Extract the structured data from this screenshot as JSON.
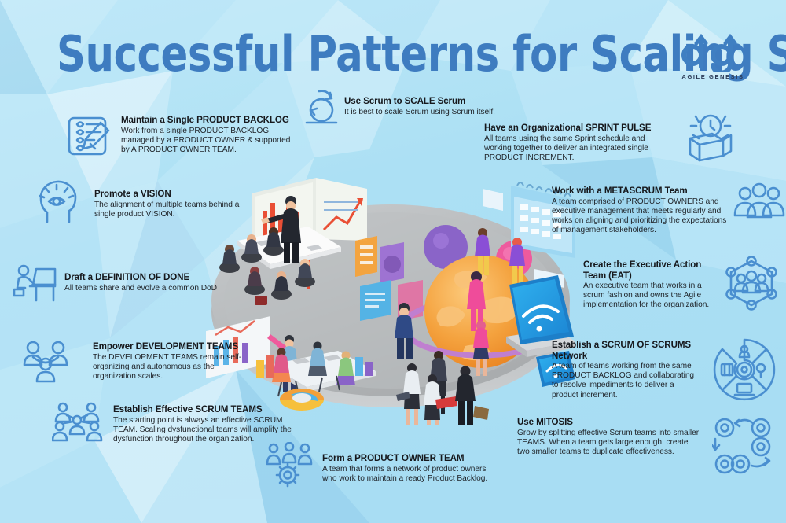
{
  "header": {
    "title": "Successful Patterns for Scaling Scrum",
    "logo": {
      "mark": "ag-arrows-logo",
      "name": "AGILE GENESIS"
    }
  },
  "colors": {
    "background": "#ace0f4",
    "title_blue": "#3e7cc0",
    "icon_blue": "#4a8fd0",
    "heading_text": "#16181c",
    "body_text": "#1f2328",
    "logo_text": "#2b3a56",
    "platform_gray": "#b9bcbe",
    "globe_orange": "#f5a13c",
    "ring_purple": "#c07fd0"
  },
  "patterns": [
    {
      "id": "product-backlog",
      "icon": "clipboard-checklist-pencil-icon",
      "title": "Maintain a Single PRODUCT BACKLOG",
      "body": "Work from a single PRODUCT BACKLOG managed by a PRODUCT OWNER & supported by A PRODUCT OWNER TEAM."
    },
    {
      "id": "promote-vision",
      "icon": "head-with-eye-icon",
      "title": "Promote a VISION",
      "body": "The alignment of multiple teams behind a single product VISION."
    },
    {
      "id": "definition-of-done",
      "icon": "person-at-desk-icon",
      "title": "Draft a DEFINITION OF DONE",
      "body": "All teams share and evolve a common DoD"
    },
    {
      "id": "development-teams",
      "icon": "three-people-group-icon",
      "title": "Empower DEVELOPMENT TEAMS",
      "body": "The DEVELOPMENT TEAMS remain self-organizing and autonomous as the organization scales."
    },
    {
      "id": "scrum-teams",
      "icon": "people-network-icon",
      "title": "Establish Effective SCRUM TEAMS",
      "body": "The starting point is always an effective SCRUM TEAM. Scaling dysfunctional teams will amplify the dysfunction throughout the organization."
    },
    {
      "id": "product-owner-team",
      "icon": "people-with-gear-icon",
      "title": "Form a PRODUCT OWNER TEAM",
      "body": "A team that forms a network of product owners who work to maintain a ready Product Backlog."
    },
    {
      "id": "scale-scrum",
      "icon": "cycle-magnifier-icon",
      "title": "Use Scrum to SCALE Scrum",
      "body": "It is best to scale Scrum using Scrum itself."
    },
    {
      "id": "sprint-pulse",
      "icon": "clock-in-box-icon",
      "title": "Have an Organizational SPRINT PULSE",
      "body": "All teams using the same Sprint schedule and working together to deliver an integrated single PRODUCT INCREMENT."
    },
    {
      "id": "metascrum",
      "icon": "crowd-of-people-icon",
      "title": "Work with a METASCRUM Team",
      "body": "A team comprised of PRODUCT OWNERS and executive management that meets regularly and works on aligning and prioritizing the expectations of management stakeholders."
    },
    {
      "id": "executive-action-team",
      "icon": "hexagon-network-people-icon",
      "title": "Create the Executive Action Team (EAT)",
      "body": "An executive team that works in a scrum fashion and owns the Agile implementation for the organization."
    },
    {
      "id": "scrum-of-scrums",
      "icon": "circular-hub-network-icon",
      "title": "Establish a SCRUM OF SCRUMS Network",
      "body": "A team of teams working from the same PRODUCT BACKLOG and collaborating to resolve impediments to deliver a product increment."
    },
    {
      "id": "mitosis",
      "icon": "cell-division-icon",
      "title": "Use MITOSIS",
      "body": "Grow by splitting effective Scrum teams into smaller TEAMS. When a team gets large enough, create two smaller teams to duplicate effectiveness."
    }
  ],
  "illustration": {
    "name": "isometric-office-collaboration-scene",
    "elements": [
      "circular-gray-platform",
      "orange-globe-with-purple-orbit-ring",
      "conference-table-meeting",
      "bar-chart-presentation-screen",
      "line-chart-board",
      "wall-calendar",
      "laptop-with-wifi-icon",
      "tablet-with-wifi-icon",
      "standing-discussion-group",
      "small-team-workshop-table",
      "pie-chart",
      "kanban-cards"
    ]
  }
}
